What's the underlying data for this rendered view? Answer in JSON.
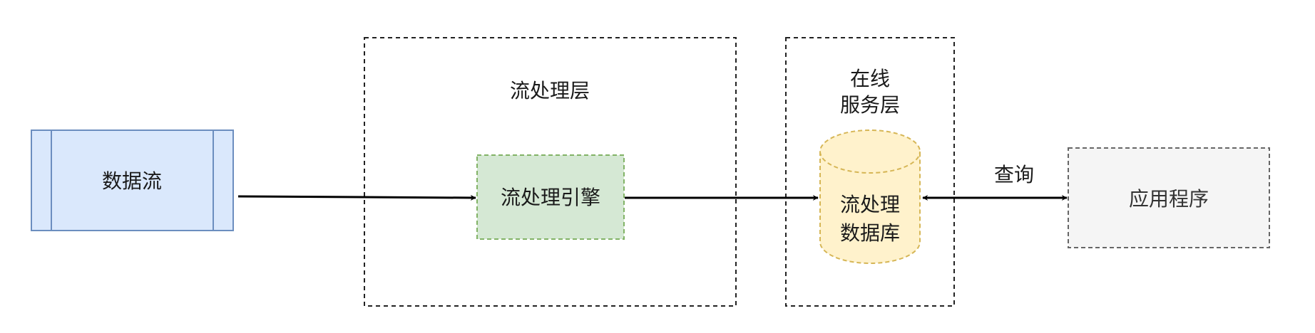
{
  "nodes": {
    "data_stream": {
      "label": "数据流",
      "fill": "#dae8fc",
      "stroke": "#6c8ebf"
    },
    "stream_layer": {
      "label": "流处理层"
    },
    "stream_engine": {
      "label": "流处理引擎",
      "fill": "#d5e8d4",
      "stroke": "#82b366"
    },
    "serving_layer": {
      "label_line1": "在线",
      "label_line2": "服务层"
    },
    "stream_db": {
      "label_line1": "流处理",
      "label_line2": "数据库",
      "fill": "#fff2cc",
      "stroke": "#d6b656"
    },
    "application": {
      "label": "应用程序",
      "fill": "#f5f5f5",
      "stroke": "#666666"
    }
  },
  "edges": {
    "query_label": "查询"
  }
}
